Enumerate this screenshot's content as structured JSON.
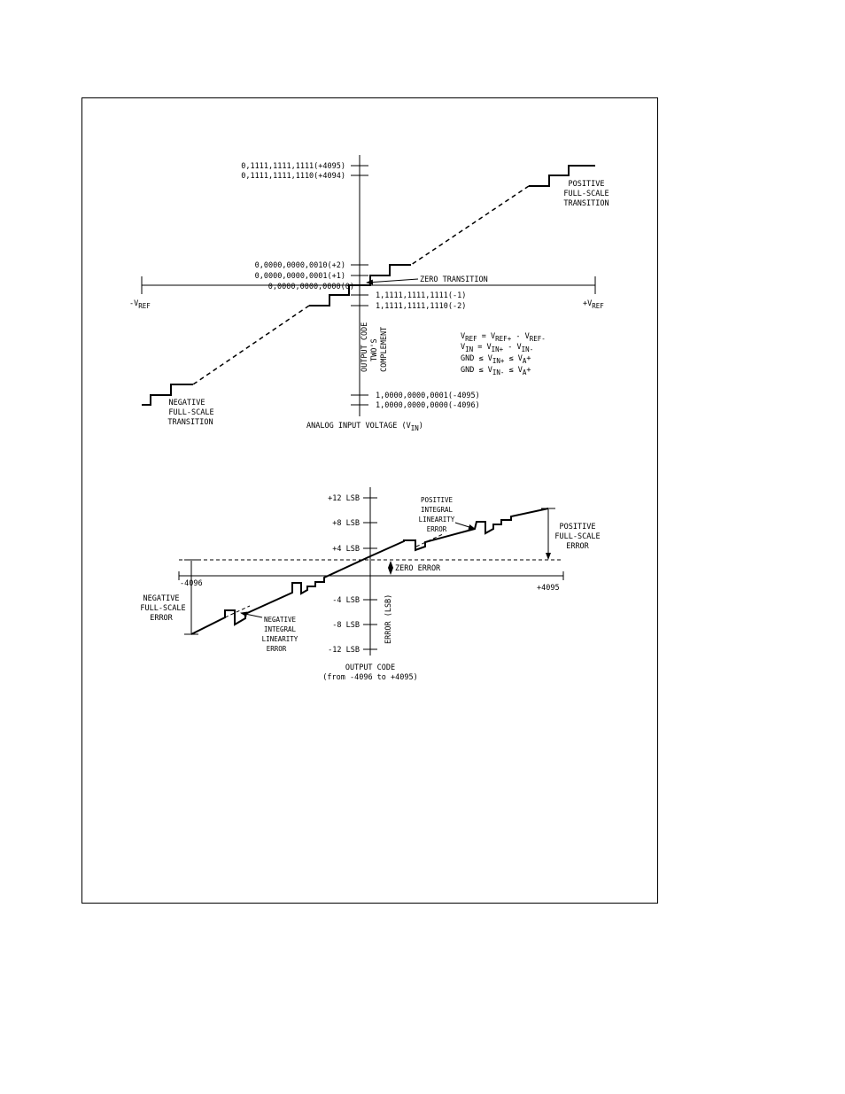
{
  "top_diagram": {
    "y_codes": {
      "c4095": "0,1111,1111,1111(+4095)",
      "c4094": "0,1111,1111,1110(+4094)",
      "c2": "0,0000,0000,0010(+2)",
      "c1": "0,0000,0000,0001(+1)",
      "c0": "0,0000,0000,0000(0)",
      "cm1": "1,1111,1111,1111(-1)",
      "cm2": "1,1111,1111,1110(-2)",
      "cm4095": "1,0000,0000,0001(-4095)",
      "cm4096": "1,0000,0000,0000(-4096)"
    },
    "x_left": "-V",
    "x_left_sub": "REF",
    "x_right": "+V",
    "x_right_sub": "REF",
    "zero_transition": "ZERO TRANSITION",
    "positive_fs": [
      "POSITIVE",
      "FULL-SCALE",
      "TRANSITION"
    ],
    "negative_fs": [
      "NEGATIVE",
      "FULL-SCALE",
      "TRANSITION"
    ],
    "y_axis_label": [
      "OUTPUT CODE",
      "TWO'S",
      "COMPLEMENT"
    ],
    "x_axis_label": "ANALOG INPUT VOLTAGE (V",
    "x_axis_label_sub": "IN",
    "x_axis_label_end": ")",
    "equations": {
      "eq1": "V",
      "eq1_sub": "REF",
      "eq1_mid": " = V",
      "eq1_sub2": "REF+",
      "eq1_mid2": " - V",
      "eq1_sub3": "REF-",
      "eq2": "V",
      "eq2_sub": "IN",
      "eq2_mid": " = V",
      "eq2_sub2": "IN+",
      "eq2_mid2": " - V",
      "eq2_sub3": "IN-",
      "eq3": "GND ≤ V",
      "eq3_sub": "IN+",
      "eq3_mid": " ≤ V",
      "eq3_sub2": "A",
      "eq3_end": "+",
      "eq4": "GND ≤ V",
      "eq4_sub": "IN-",
      "eq4_mid": " ≤ V",
      "eq4_sub2": "A",
      "eq4_end": "+"
    }
  },
  "bottom_diagram": {
    "y_ticks": [
      "+12 LSB",
      "+8 LSB",
      "+4 LSB",
      "-4 LSB",
      "-8 LSB",
      "-12 LSB"
    ],
    "x_left": "-4096",
    "x_right": "+4095",
    "zero_error": "ZERO ERROR",
    "positive_fs_error": [
      "POSITIVE",
      "FULL-SCALE",
      "ERROR"
    ],
    "negative_fs_error": [
      "NEGATIVE",
      "FULL-SCALE",
      "ERROR"
    ],
    "positive_inl": [
      "POSITIVE",
      "INTEGRAL",
      "LINEARITY",
      "ERROR"
    ],
    "negative_inl": [
      "NEGATIVE",
      "INTEGRAL",
      "LINEARITY",
      "ERROR"
    ],
    "y_axis_label": "ERROR (LSB)",
    "x_axis_label": [
      "OUTPUT CODE",
      "(from -4096 to +4095)"
    ]
  }
}
